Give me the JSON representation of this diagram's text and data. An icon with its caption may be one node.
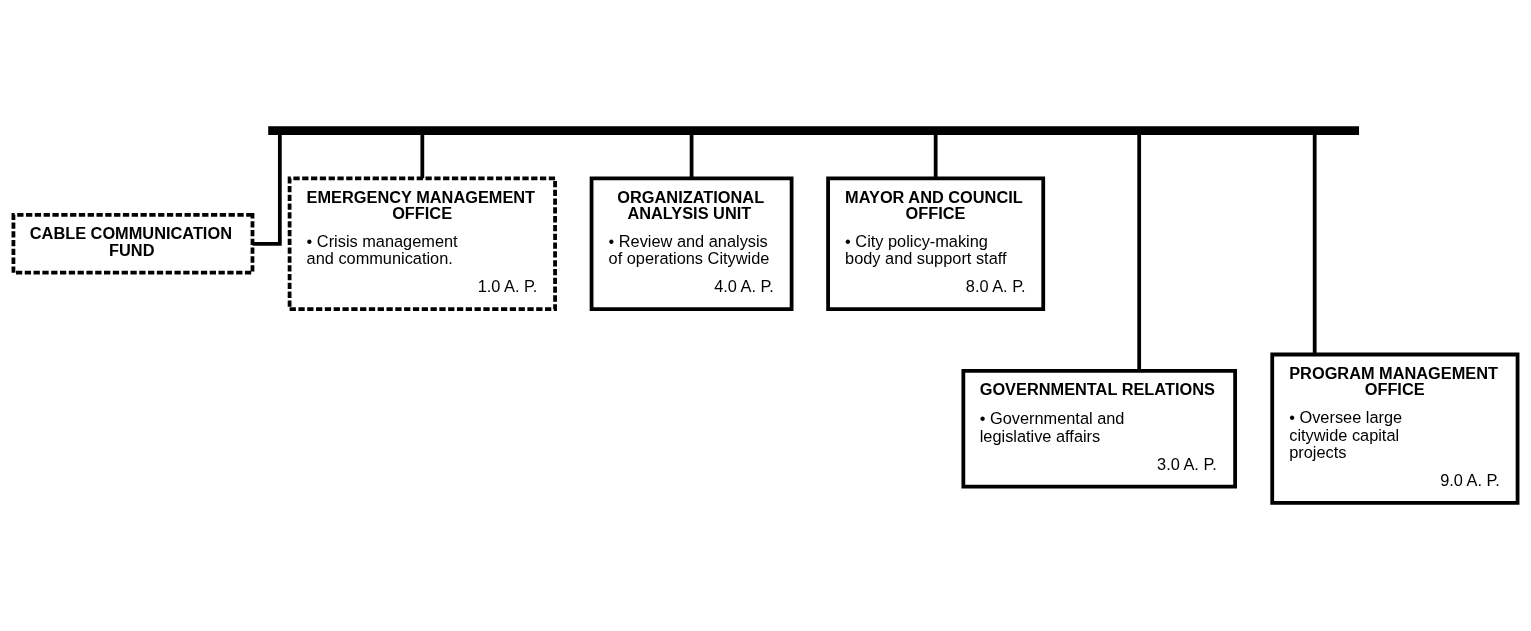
{
  "diagram": {
    "nodes": [
      {
        "text": [],
        "shape": "bar"
      },
      {
        "text": [
          "CABLE COMMUNICATION FUND"
        ]
      },
      {
        "text": [
          "EMERGENCY MANAGEMENT OFFICE",
          "• Crisis management and communication.",
          "1.0 A. P."
        ]
      },
      {
        "text": [
          "ORGANIZATIONAL ANALYSIS UNIT",
          "• Review and analysis of operations Citywide",
          "4.0 A. P."
        ]
      },
      {
        "text": [
          "MAYOR AND COUNCIL OFFICE",
          "• City policy-making body and support staff",
          "8.0 A. P."
        ]
      },
      {
        "text": [
          "GOVERNMENTAL RELATIONS",
          "• Governmental and legislative affairs",
          "3.0 A. P."
        ]
      },
      {
        "text": [
          "PROGRAM MANAGEMENT OFFICE",
          "• Oversee large citywide capital projects",
          "9.0 A. P."
        ]
      }
    ],
    "edges": [
      {
        "from": 0,
        "to": 1,
        "arrow": "none"
      },
      {
        "from": 0,
        "to": 2,
        "arrow": "none"
      },
      {
        "from": 0,
        "to": 3,
        "arrow": "none"
      },
      {
        "from": 0,
        "to": 4,
        "arrow": "none"
      },
      {
        "from": 0,
        "to": 5,
        "arrow": "none"
      },
      {
        "from": 0,
        "to": 6,
        "arrow": "none"
      }
    ]
  }
}
